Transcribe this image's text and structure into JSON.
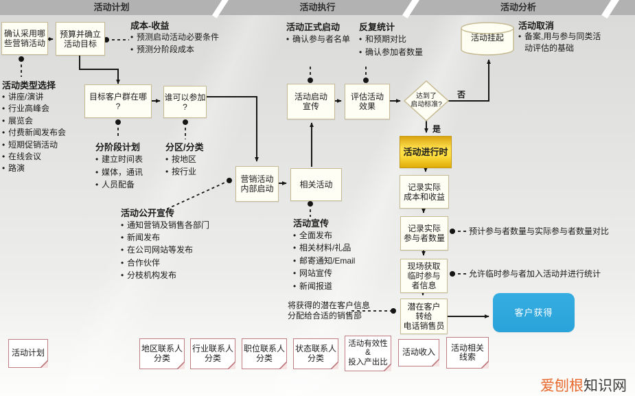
{
  "header": {
    "phase_plan": "活动计划",
    "phase_execute": "活动执行",
    "phase_analyze": "活动分析"
  },
  "plan": {
    "confirm_box": "确认采用哪\n些营销活动",
    "budget_box": "预算并确立\n活动目标",
    "cost_benefit": {
      "title": "成本-收益",
      "items": [
        "预测启动活动必要条件",
        "预测分阶段成本"
      ]
    },
    "activity_types": {
      "title": "活动类型选择",
      "items": [
        "讲座/演讲",
        "行业高峰会",
        "展览会",
        "付费新闻发布会",
        "短期促销活动",
        "在线会议",
        "路演"
      ]
    },
    "target_box": "目标客户群在哪\n?",
    "who_box": "谁可以参加\n?",
    "phased_plan": {
      "title": "分阶段计划",
      "items": [
        "建立时间表",
        "媒体，通讯",
        "人员配备"
      ]
    },
    "zoning": {
      "title": "分区/分类",
      "items": [
        "按地区",
        "按行业"
      ]
    },
    "internal_launch_box": "营销活动\n内部启动",
    "related_box": "相关活动",
    "public_promo": {
      "title": "活动公开宣传",
      "items": [
        "通知营销及销售各部门",
        "新闻发布",
        "在公司网站等发布",
        "合作伙伴",
        "分枝机构发布"
      ]
    }
  },
  "execute": {
    "formal_launch": {
      "title": "活动正式启动",
      "items": [
        "确认参与者名单"
      ]
    },
    "repeat_stats": {
      "title": "反复统计",
      "items": [
        "和预期对比",
        "确认参加者数量"
      ]
    },
    "launch_promo_box": "活动启动\n宣传",
    "evaluate_box": "评估活动\n效果",
    "decision": "达到了\n启动标准?",
    "no_label": "否",
    "yes_label": "是",
    "active_box": "活动进行时",
    "promo": {
      "title": "活动宣传",
      "items": [
        "全面发布",
        "相关材料/礼品",
        "邮寄通知/Email",
        "网站宣传",
        "新闻报道"
      ]
    },
    "assign_note": "将获得的潜在客户信息\n分配给合适的销售部"
  },
  "analyze": {
    "suspend_cylinder": "活动挂起",
    "cancel": {
      "title": "活动取消",
      "items": [
        "备案,用与参与同类活动评估的基础"
      ]
    },
    "record_cost_box": "记录实际\n成本和收益",
    "record_participants_box": "记录实际\n参与者数量",
    "participants_note": "预计参与者数量与实际参与者数量对比",
    "onsite_box": "现场获取\n临时参与\n者信息",
    "onsite_note": "允许临时参与者加入活动并进行统计",
    "potential_box": "潜在客户\n转给\n电话销售员",
    "customer_box": "客户获得"
  },
  "outputs": [
    "活动计划",
    "地区联系人\n分类",
    "行业联系人\n分类",
    "职位联系人\n分类",
    "状态联系人\n分类",
    "活动有效性\n&\n投入产出比",
    "活动收入",
    "活动相关\n线索"
  ],
  "watermark": {
    "brand": "爱刨根",
    "site": "知识网"
  },
  "colors": {
    "header_gray": "#b2b2b2",
    "box_border": "#c6ba92",
    "gold_accent": "#ffde3f",
    "blue_accent": "#2aa3da",
    "note_border": "#bf7b7f",
    "brand_orange": "#e8682c"
  }
}
